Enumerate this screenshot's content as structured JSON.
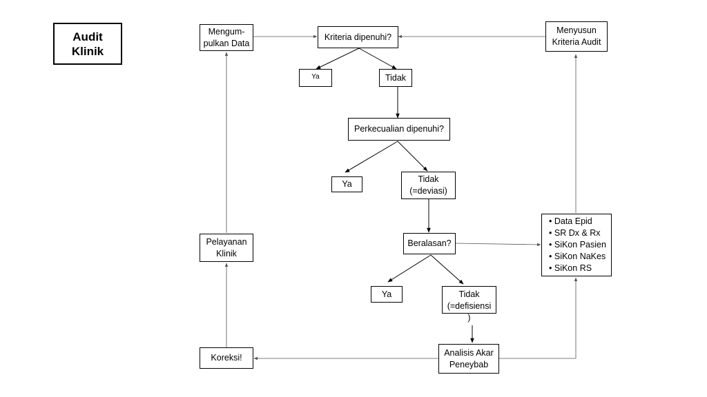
{
  "title": {
    "line1": "Audit",
    "line2": "Klinik"
  },
  "nodes": {
    "mengumpulkan": {
      "line1": "Mengum-",
      "line2": "pulkan Data"
    },
    "kriteria": "Kriteria dipenuhi?",
    "menyusun": {
      "line1": "Menyusun",
      "line2": "Kriteria Audit"
    },
    "ya1": "Ya",
    "tidak1": "Tidak",
    "perkecualian": "Perkecualian dipenuhi?",
    "ya2": "Ya",
    "tidak2": {
      "line1": "Tidak",
      "line2": "(=deviasi)"
    },
    "beralasan": "Beralasan?",
    "ya3": "Ya",
    "tidak3": {
      "line1": "Tidak",
      "line2": "(=defisiensi",
      "line3": ")"
    },
    "analisis": {
      "line1": "Analisis Akar",
      "line2": "Peneybab"
    },
    "koreksi": "Koreksi!",
    "pelayanan": {
      "line1": "Pelayanan",
      "line2": "Klinik"
    },
    "sources": [
      "Data Epid",
      "SR Dx & Rx",
      "SiKon Pasien",
      "SiKon NaKes",
      "SiKon RS"
    ]
  }
}
